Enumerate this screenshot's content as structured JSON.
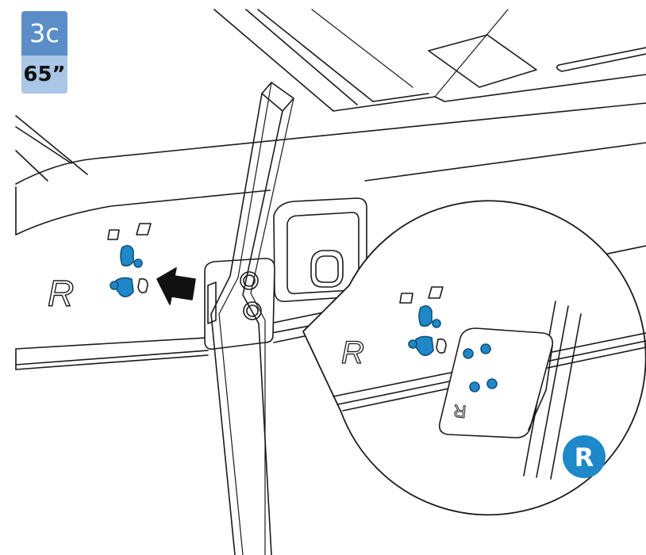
{
  "step": {
    "number": "3c",
    "size": "65”"
  },
  "labels": {
    "side_letter_mark": "R",
    "zoom_side_letter": "R",
    "bracket_letter": "R",
    "callout_badge": "R"
  },
  "icons": {
    "arrow": "arrow-left-icon",
    "callout": "magnifier-callout-icon"
  },
  "colors": {
    "accent": "#1e88c8",
    "step_top": "#5b8ec9",
    "step_bottom": "#a9c6e6",
    "line": "#1a1a1a"
  }
}
